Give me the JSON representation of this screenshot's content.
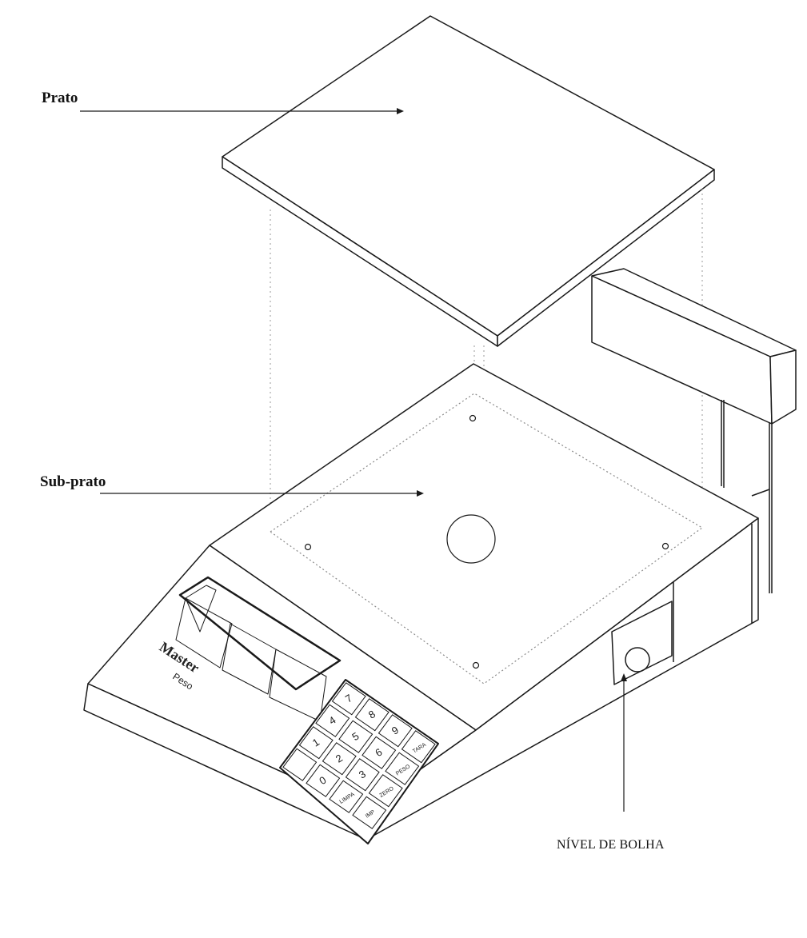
{
  "labels": {
    "prato": "Prato",
    "sub_prato": "Sub-prato",
    "nivel_de_bolha": "NÍVEL DE BOLHA"
  },
  "keypad": {
    "keys": [
      "7",
      "8",
      "9",
      "TARA",
      "4",
      "5",
      "6",
      "PESO",
      "1",
      "2",
      "3",
      "ZERO",
      "0",
      "LIMPA",
      "IMP"
    ]
  },
  "panel": {
    "brand": "Master",
    "model": "Peso"
  },
  "style": {
    "line_color": "#1a1a1a",
    "dotted_color": "#999999",
    "background": "#ffffff"
  }
}
